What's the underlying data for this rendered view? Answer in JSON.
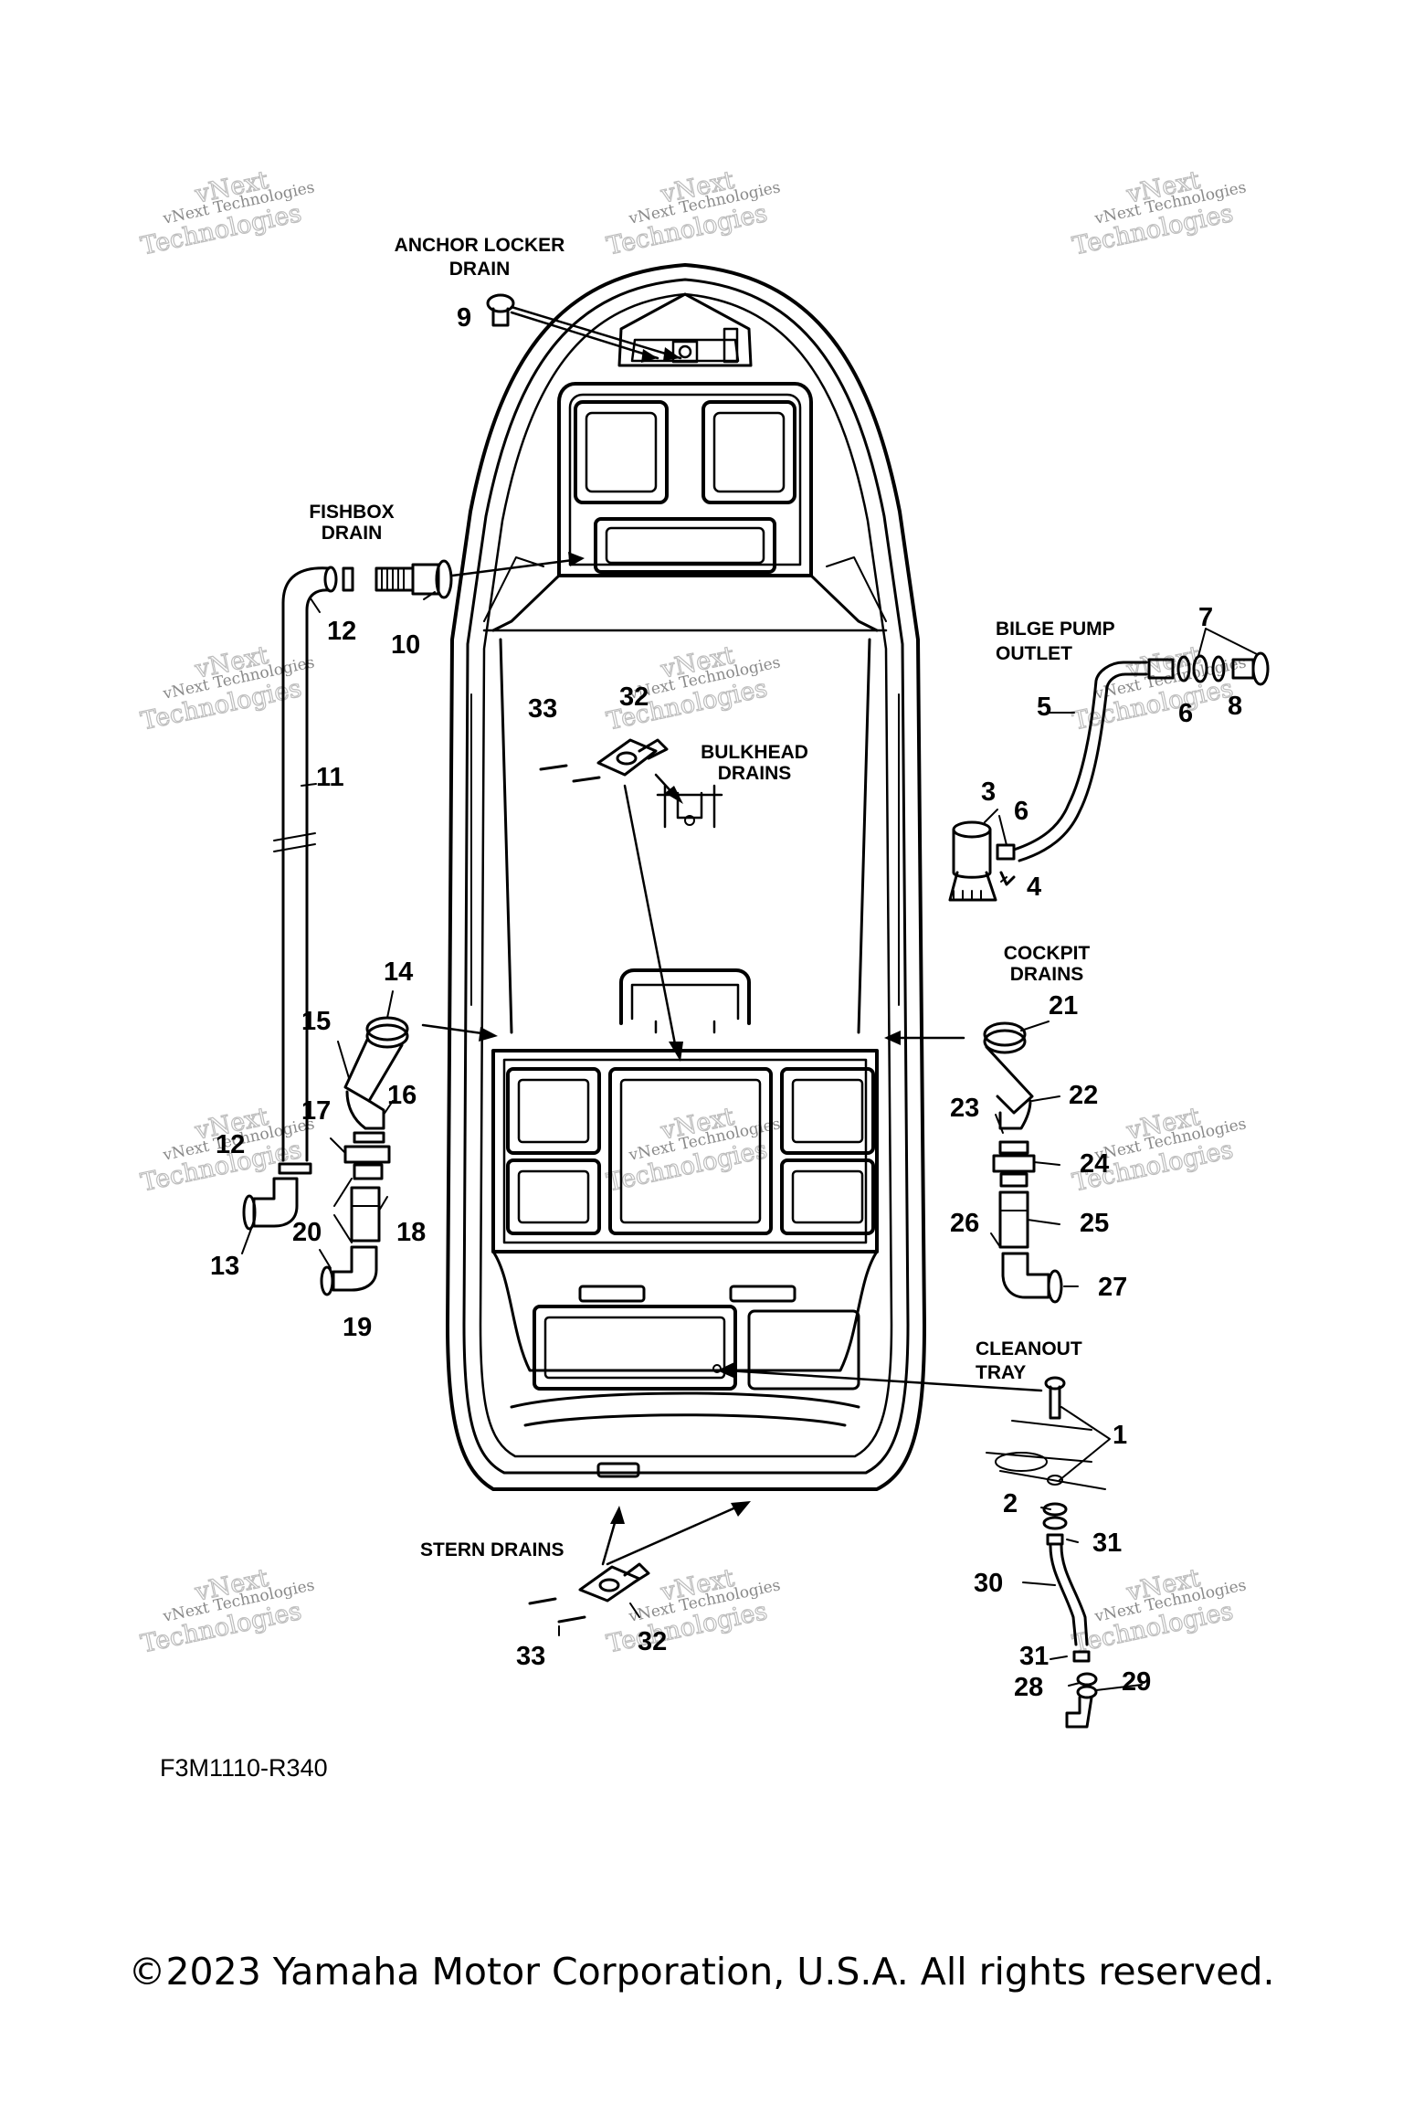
{
  "callouts": {
    "anchor_locker_drain": [
      "ANCHOR LOCKER",
      "DRAIN"
    ],
    "fishbox_drain": [
      "FISHBOX",
      "DRAIN"
    ],
    "bilge_pump_outlet": [
      "BILGE PUMP",
      "OUTLET"
    ],
    "bulkhead_drains": [
      "BULKHEAD",
      "DRAINS"
    ],
    "cockpit_drains": [
      "COCKPIT",
      "DRAINS"
    ],
    "cleanout_tray": [
      "CLEANOUT",
      "TRAY"
    ],
    "stern_drains": "STERN DRAINS"
  },
  "part_numbers": {
    "p1": "1",
    "p2": "2",
    "p3": "3",
    "p4": "4",
    "p5": "5",
    "p6a": "6",
    "p6b": "6",
    "p7": "7",
    "p8": "8",
    "p9": "9",
    "p10": "10",
    "p11": "11",
    "p12a": "12",
    "p12b": "12",
    "p13": "13",
    "p14": "14",
    "p15": "15",
    "p16": "16",
    "p17": "17",
    "p18": "18",
    "p19": "19",
    "p20": "20",
    "p21": "21",
    "p22": "22",
    "p23": "23",
    "p24": "24",
    "p25": "25",
    "p26": "26",
    "p27": "27",
    "p28": "28",
    "p29": "29",
    "p30": "30",
    "p31a": "31",
    "p31b": "31",
    "p32a": "32",
    "p32b": "32",
    "p33a": "33",
    "p33b": "33"
  },
  "watermark": [
    "vNext",
    "Technologies"
  ],
  "diagram_code": "F3M1110-R340",
  "copyright": "©2023 Yamaha Motor Corporation, U.S.A. All rights reserved."
}
